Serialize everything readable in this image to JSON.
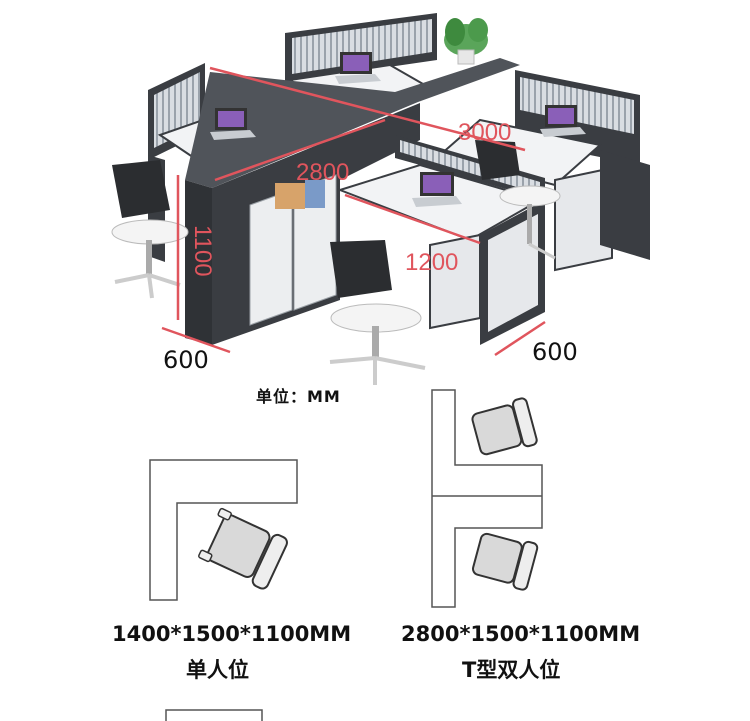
{
  "dimensions": {
    "length_total": "3000",
    "length_inner": "2800",
    "height": "1100",
    "depth_right": "1200",
    "depth_left": "600",
    "depth_front": "600"
  },
  "unit_label": "单位：MM",
  "products": [
    {
      "size": "1400*1500*1100MM",
      "name": "单人位"
    },
    {
      "size": "2800*1500*1100MM",
      "name": "T型双人位"
    }
  ],
  "colors": {
    "dimension": "#e0555d",
    "cabinet": "#3a3d42",
    "desktop": "#f2f3f5",
    "partition": "#c7ccd2",
    "outline": "#555555"
  }
}
